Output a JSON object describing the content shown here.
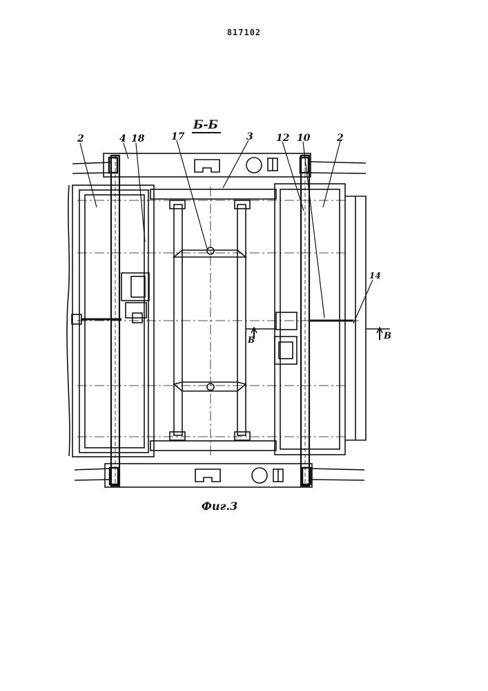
{
  "document": {
    "patent_number": "817102",
    "section_title": "Б-Б",
    "figure_caption": "Фиг.3"
  },
  "callouts": {
    "c2_left": "2",
    "c4": "4",
    "c18": "18",
    "c17": "17",
    "c3": "3",
    "c12": "12",
    "c10": "10",
    "c2_right": "2",
    "c14": "14"
  },
  "section_marks": {
    "left": "В",
    "right": "В"
  },
  "colors": {
    "ink": "#111111",
    "paper": "#ffffff"
  }
}
